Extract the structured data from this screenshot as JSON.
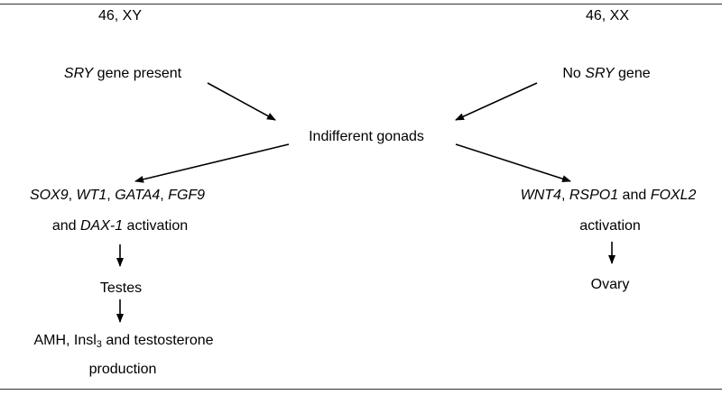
{
  "left": {
    "karyotype": "46, XY",
    "sry": {
      "gene": "SRY",
      "suffix": " gene present"
    },
    "genes": {
      "sox9": "SOX9",
      "sep1": ", ",
      "wt1": "WT1",
      "sep2": ", ",
      "gata4": "GATA4",
      "sep3": ", ",
      "fgf9": "FGF9",
      "and": "and ",
      "dax1": "DAX-1",
      "activation": " activation"
    },
    "gonad": "Testes",
    "hormones": {
      "part1": "AMH, Insl",
      "sub": "3",
      "part2": " and testosterone",
      "line2": "production"
    }
  },
  "right": {
    "karyotype": "46, XX",
    "sry": {
      "prefix": "No ",
      "gene": "SRY",
      "suffix": " gene"
    },
    "genes": {
      "wnt4": "WNT4",
      "sep1": ", ",
      "rspo1": "RSPO1",
      "and": " and ",
      "foxl2": "FOXL2",
      "activation": "activation"
    },
    "gonad": "Ovary"
  },
  "center": {
    "label": "Indifferent gonads"
  }
}
